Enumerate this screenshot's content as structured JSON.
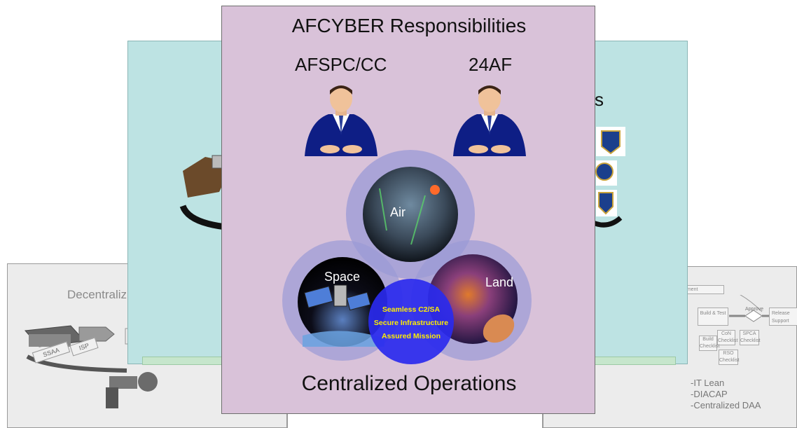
{
  "back_left": {
    "title": "Decentraliz",
    "badge1": "SSAA",
    "badge2": "ISP"
  },
  "back_right": {
    "flow": {
      "involvement": "olvement",
      "build_test": "Build & Test",
      "approve": "Approve",
      "release": "Release Support",
      "coin": "CoN Checklist",
      "spca": "SPCA Checklist",
      "build_checklist": "Build Checklist",
      "rso": "RSO Checklist"
    },
    "notes": [
      "-IT Lean",
      "-DIACAP",
      "-Centralized DAA"
    ]
  },
  "teal_right": {
    "partial_text": "s"
  },
  "front": {
    "title": "AFCYBER Responsibilities",
    "left_role": "AFSPC/CC",
    "right_role": "24AF",
    "circles": {
      "air": "Air",
      "space": "Space",
      "land": "Land"
    },
    "center_lines": [
      "Seamless C2/SA",
      "Secure Infrastructure",
      "Assured Mission"
    ],
    "bottom_title": "Centralized Operations"
  },
  "colors": {
    "front_bg": "#d9c2d9",
    "teal_bg": "#bde3e3",
    "center_circle": "#2a2aee",
    "center_text": "#ffee00"
  }
}
